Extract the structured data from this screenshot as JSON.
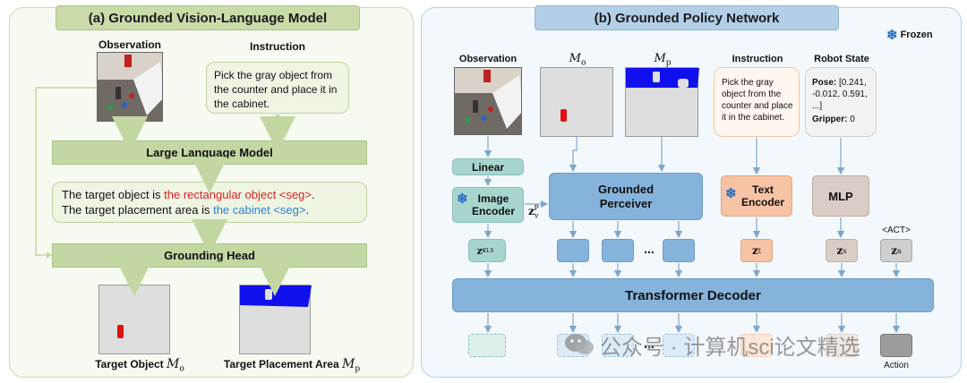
{
  "panel_a": {
    "title": "(a) Grounded Vision-Language Model",
    "observation_label": "Observation",
    "instruction_label": "Instruction",
    "instruction_text": "Pick the gray object from the counter and place it in the cabinet.",
    "llm_label": "Large Language Model",
    "llm_output": {
      "line1_prefix": "The target object is ",
      "line1_highlight": "the rectangular object <seg>",
      "line1_suffix": ".",
      "line2_prefix": "The target placement area is ",
      "line2_highlight": "the cabinet <seg>",
      "line2_suffix": "."
    },
    "grounding_head_label": "Grounding Head",
    "target_object_label": "Target Object",
    "target_object_symbol": "M",
    "target_object_sub": "o",
    "target_area_label": "Target Placement Area",
    "target_area_symbol": "M",
    "target_area_sub": "p"
  },
  "panel_b": {
    "title": "(b) Grounded Policy Network",
    "frozen_label": "Frozen",
    "observation_label": "Observation",
    "mo_symbol": "M",
    "mo_sub": "o",
    "mp_symbol": "M",
    "mp_sub": "p",
    "instruction_label": "Instruction",
    "instruction_text": "Pick the gray object from the counter and place it in the cabinet.",
    "robot_state_label": "Robot State",
    "pose_key": "Pose:",
    "pose_value": "[0.241, -0.012, 0.591, ...]",
    "gripper_key": "Gripper:",
    "gripper_value": "0",
    "linear_label": "Linear",
    "image_encoder_label": "Image Encoder",
    "zvp_label": "z",
    "zvp_sub": "v",
    "zvp_sup": "P",
    "perceiver_label": "Grounded Perceiver",
    "text_encoder_label": "Text Encoder",
    "mlp_label": "MLP",
    "act_label": "<ACT>",
    "zcls_label": "z",
    "zcls_sub": "v",
    "zcls_sup": "CLS",
    "ellipsis": "...",
    "zt_label": "z",
    "zt_sub": "t",
    "zs_label": "z",
    "zs_sub": "s",
    "za_label": "z",
    "za_sub": "a",
    "decoder_label": "Transformer Decoder",
    "action_label": "Action",
    "watermark": "公众号 · 计算机sci论文精选"
  },
  "colors": {
    "green_panel": "#f6faf0",
    "green_bar": "#c3d7a3",
    "blue_panel": "#f3f8fc",
    "blue_box": "#85b3dc",
    "teal_box": "#a8d6cf",
    "orange_box": "#f6c3a4",
    "gray_box": "#cfcfcf",
    "red_text": "#e02020",
    "blue_text": "#2a7fd0",
    "mask_blue": "#1010ee",
    "mask_red": "#e01010"
  }
}
